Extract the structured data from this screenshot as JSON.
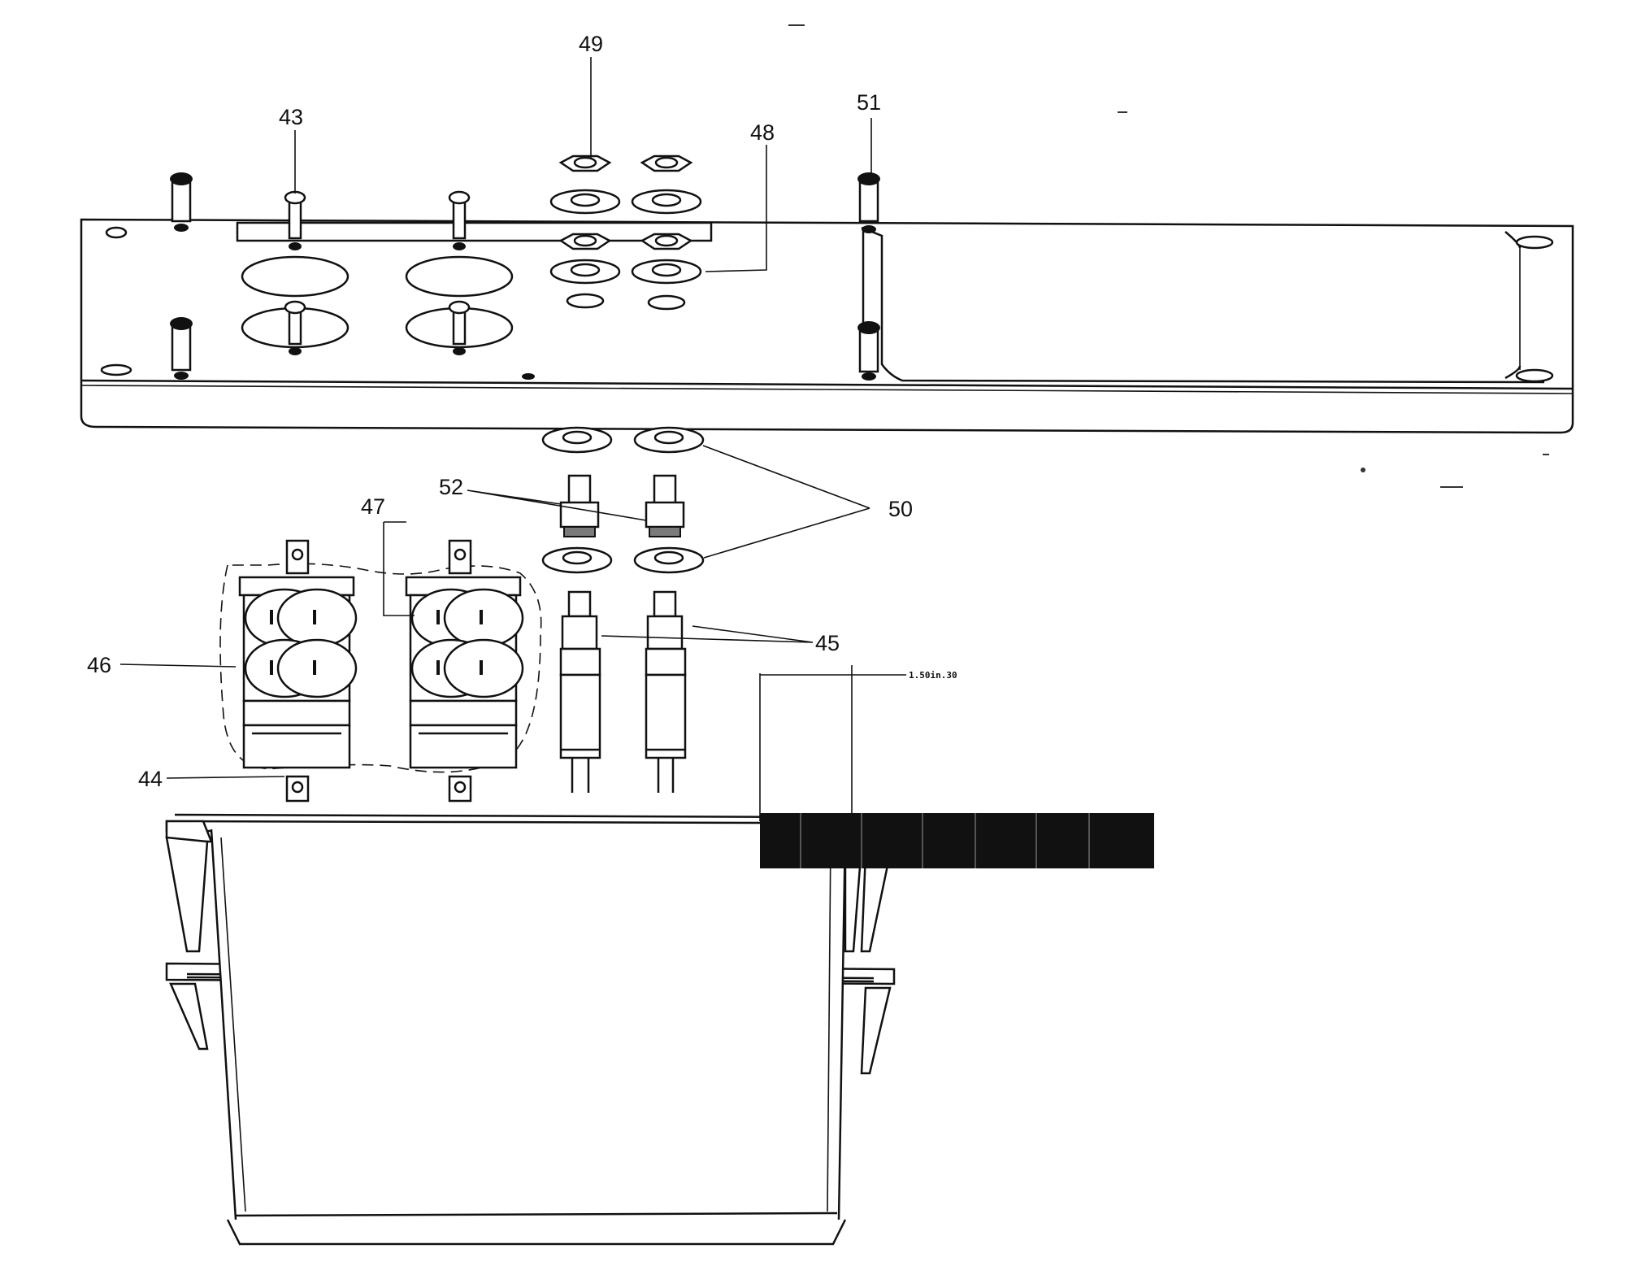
{
  "callouts": {
    "c43": "43",
    "c44": "44",
    "c45": "45",
    "c46": "46",
    "c47": "47",
    "c48": "48",
    "c49": "49",
    "c50": "50",
    "c51": "51",
    "c52": "52"
  },
  "tag_label": "1.50in.30"
}
